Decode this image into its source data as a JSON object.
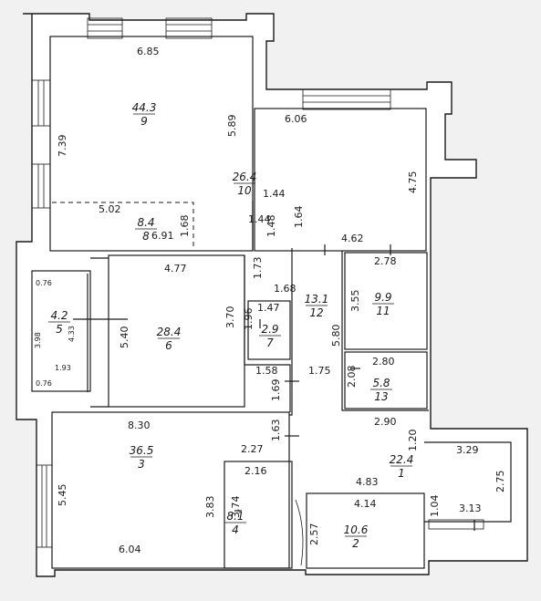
{
  "rooms": [
    {
      "area": "44.3",
      "number": "9"
    },
    {
      "area": "26.4",
      "number": "10"
    },
    {
      "area": "8.4",
      "number": "8"
    },
    {
      "area": "28.4",
      "number": "6"
    },
    {
      "area": "4.2",
      "number": "5"
    },
    {
      "area": "2.9",
      "number": "7"
    },
    {
      "area": "13.1",
      "number": "12"
    },
    {
      "area": "9.9",
      "number": "11"
    },
    {
      "area": "5.8",
      "number": "13"
    },
    {
      "area": "22.4",
      "number": "1"
    },
    {
      "area": "36.5",
      "number": "3"
    },
    {
      "area": "8.1",
      "number": "4"
    },
    {
      "area": "10.6",
      "number": "2"
    }
  ],
  "dimensions": [
    "6.85",
    "5.89",
    "7.39",
    "6.06",
    "4.75",
    "1.44",
    "1.44",
    "1.48",
    "1.64",
    "5.02",
    "1.68",
    "6.91",
    "4.62",
    "1.73",
    "2.78",
    "4.77",
    "1.68",
    "3.70",
    "1.47",
    "1.96",
    "3.55",
    "5.80",
    "5.40",
    "4.33",
    "3.98",
    "0.76",
    "0.76",
    "1.93",
    "1.58",
    "1.75",
    "2.08",
    "1.69",
    "2.80",
    "8.30",
    "1.63",
    "2.90",
    "1.20",
    "2.27",
    "3.29",
    "2.16",
    "4.83",
    "5.45",
    "3.83",
    "3.74",
    "4.14",
    "1.04",
    "3.13",
    "2.75",
    "2.57",
    "6.04"
  ]
}
